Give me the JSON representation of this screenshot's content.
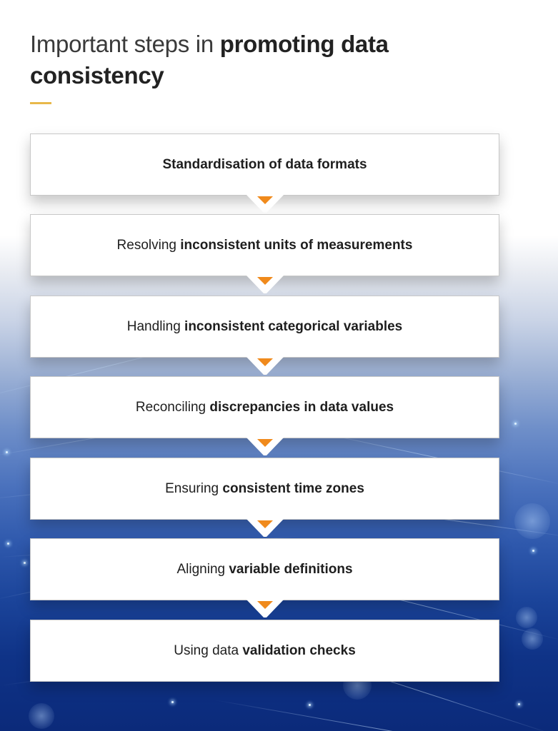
{
  "header": {
    "title_light": "Important steps in ",
    "title_bold": "promoting data consistency",
    "accent_color": "#e8b84a"
  },
  "steps": [
    {
      "prefix": "",
      "emphasis": "Standardisation of data formats"
    },
    {
      "prefix": "Resolving ",
      "emphasis": "inconsistent units of measurements"
    },
    {
      "prefix": "Handling ",
      "emphasis": "inconsistent categorical variables"
    },
    {
      "prefix": "Reconciling ",
      "emphasis": "discrepancies in data values"
    },
    {
      "prefix": "Ensuring ",
      "emphasis": "consistent time zones"
    },
    {
      "prefix": "Aligning ",
      "emphasis": "variable definitions"
    },
    {
      "prefix": "Using data ",
      "emphasis": "validation checks"
    }
  ],
  "connector": {
    "icon": "arrow-down-triangle-icon",
    "color": "#f08a1c"
  }
}
